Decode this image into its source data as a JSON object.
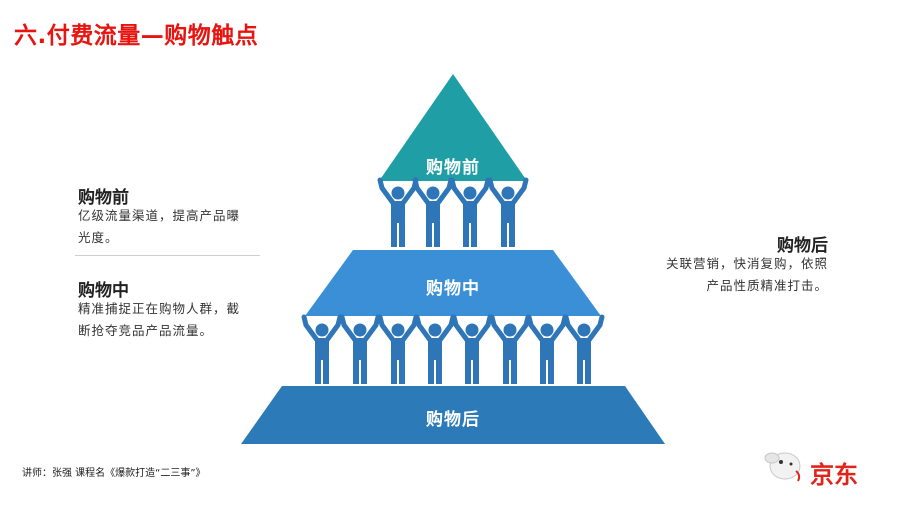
{
  "title": "六.付费流量—购物触点",
  "pyramid": {
    "top_label": "购物前",
    "middle_label": "购物中",
    "bottom_label": "购物后",
    "colors": {
      "top": "#1f9ea5",
      "middle": "#3a8fd6",
      "bottom": "#2c7ab8",
      "figure": "#2e76b8"
    }
  },
  "left_panel": {
    "before": {
      "heading": "购物前",
      "text_line1": "亿级流量渠道，提高产品曝",
      "text_line2": "光度。"
    },
    "during": {
      "heading": "购物中",
      "text_line1": "精准捕捉正在购物人群，截",
      "text_line2": "断抢夺竞品产品流量。"
    }
  },
  "right_panel": {
    "after": {
      "heading": "购物后",
      "text_line1": "关联营销，快消复购，依照",
      "text_line2": "产品性质精准打击。"
    }
  },
  "footer": {
    "text": "讲师：张强  课程名《爆款打造“二三事”》"
  },
  "logo": {
    "text": "京东",
    "icon": "jd-dog-mascot-icon"
  }
}
